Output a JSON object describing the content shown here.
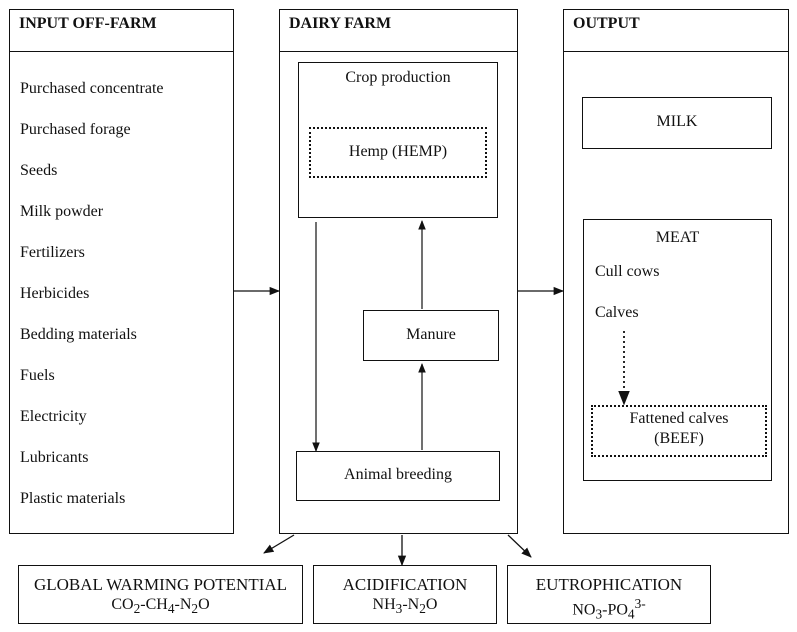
{
  "input": {
    "title": "INPUT OFF-FARM",
    "items": [
      "Purchased concentrate",
      "Purchased forage",
      "Seeds",
      "Milk powder",
      "Fertilizers",
      "Herbicides",
      "Bedding materials",
      "Fuels",
      "Electricity",
      "Lubricants",
      "Plastic materials"
    ]
  },
  "farm": {
    "title": "DAIRY FARM",
    "crop": "Crop production",
    "hemp": "Hemp (HEMP)",
    "manure": "Manure",
    "animal": "Animal breeding"
  },
  "output": {
    "title": "OUTPUT",
    "milk": "MILK",
    "meat": "MEAT",
    "cull": "Cull cows",
    "calves": "Calves",
    "fattened_line1": "Fattened calves",
    "fattened_line2": "(BEEF)"
  },
  "impacts": {
    "gwp": {
      "title": "GLOBAL WARMING POTENTIAL",
      "formula": "CO2-CH4-N2O"
    },
    "acid": {
      "title": "ACIDIFICATION",
      "formula": "NH3-N2O"
    },
    "eutro": {
      "title": "EUTROPHICATION",
      "formula": "NO3-PO43-"
    }
  }
}
